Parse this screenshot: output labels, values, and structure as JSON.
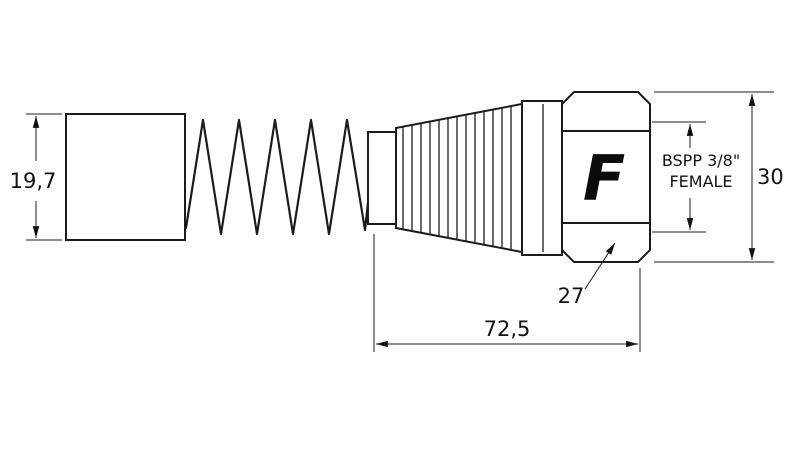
{
  "labels": {
    "block_height": "19,7",
    "overall_length": "72,5",
    "hex_width_across_flats": "27",
    "hex_height": "30",
    "thread_line1": "BSPP 3/8\"",
    "thread_line2": "FEMALE",
    "logo": "F"
  }
}
